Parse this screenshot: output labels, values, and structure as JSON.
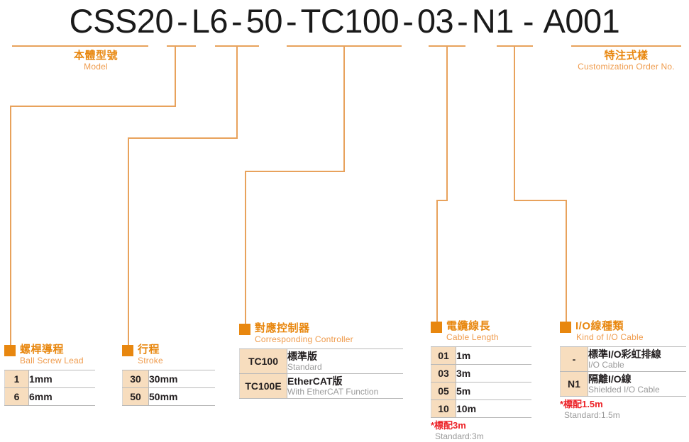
{
  "part_number": {
    "segments": [
      "CSS20",
      "L6",
      "50",
      "TC100",
      "03",
      "N1",
      "A001"
    ],
    "separator": "-"
  },
  "colors": {
    "accent": "#e8870f",
    "line": "#e8a25c",
    "code_cell_bg": "#f7ddbe",
    "note_red": "#ec2227",
    "text_dark": "#231f20",
    "sub_gray": "#9a9a9a"
  },
  "groups": {
    "model": {
      "title_cn": "本體型號",
      "title_en": "Model"
    },
    "ball_screw_lead": {
      "title_cn": "螺桿導程",
      "title_en": "Ball Screw Lead",
      "rows": [
        {
          "code": "1",
          "desc_cn": "1mm",
          "desc_en": ""
        },
        {
          "code": "6",
          "desc_cn": "6mm",
          "desc_en": ""
        }
      ]
    },
    "stroke": {
      "title_cn": "行程",
      "title_en": "Stroke",
      "rows": [
        {
          "code": "30",
          "desc_cn": "30mm",
          "desc_en": ""
        },
        {
          "code": "50",
          "desc_cn": "50mm",
          "desc_en": ""
        }
      ]
    },
    "controller": {
      "title_cn": "對應控制器",
      "title_en": "Corresponding Controller",
      "rows": [
        {
          "code": "TC100",
          "desc_cn": "標準版",
          "desc_en": "Standard"
        },
        {
          "code": "TC100E",
          "desc_cn": "EtherCAT版",
          "desc_en": "With EtherCAT Function"
        }
      ]
    },
    "cable_length": {
      "title_cn": "電纜線長",
      "title_en": "Cable Length",
      "rows": [
        {
          "code": "01",
          "desc_cn": "1m",
          "desc_en": ""
        },
        {
          "code": "03",
          "desc_cn": "3m",
          "desc_en": ""
        },
        {
          "code": "05",
          "desc_cn": "5m",
          "desc_en": ""
        },
        {
          "code": "10",
          "desc_cn": "10m",
          "desc_en": ""
        }
      ],
      "note_cn": "*標配3m",
      "note_en": "Standard:3m"
    },
    "io_cable": {
      "title_cn": "I/O線種類",
      "title_en": "Kind of I/O Cable",
      "rows": [
        {
          "code": "-",
          "desc_cn": "標準I/O彩虹排線",
          "desc_en": "I/O Cable"
        },
        {
          "code": "N1",
          "desc_cn": "隔離I/O線",
          "desc_en": "Shielded I/O Cable"
        }
      ],
      "note_cn": "*標配1.5m",
      "note_en": "Standard:1.5m"
    },
    "customization": {
      "title_cn": "特注式樣",
      "title_en": "Customization Order No."
    }
  }
}
